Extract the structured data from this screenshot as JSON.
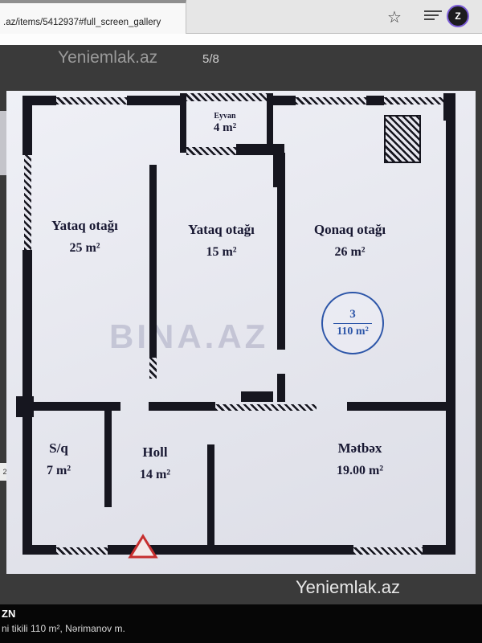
{
  "browser": {
    "tab_url": ".az/items/5412937#full_screen_gallery",
    "profile_initial": "Z"
  },
  "gallery": {
    "watermark_top": "Yeniemlak.az",
    "counter": "5/8",
    "watermark_bottom": "Yeniemlak.az",
    "side_label": "2"
  },
  "floorplan": {
    "watermark": "BINA.AZ",
    "balcony": {
      "name": "Eyvan",
      "area": "4 m²"
    },
    "rooms": [
      {
        "name": "Yataq otağı",
        "area": "25 m²"
      },
      {
        "name": "Yataq otağı",
        "area": "15 m²"
      },
      {
        "name": "Qonaq otağı",
        "area": "26 m²"
      },
      {
        "name": "S/q",
        "area": "7 m²"
      },
      {
        "name": "Holl",
        "area": "14 m²"
      },
      {
        "name": "Mətbəx",
        "area": "19.00 m²"
      }
    ],
    "badge": {
      "floor_count": "3",
      "total_area": "110 m²"
    },
    "colors": {
      "badge_blue": "#2c55a8",
      "triangle_red": "#c62f2f",
      "wall": "#16161f"
    }
  },
  "caption": {
    "title": "ZN",
    "subtitle": "ni tikili 110 m², Nərimanov m."
  }
}
